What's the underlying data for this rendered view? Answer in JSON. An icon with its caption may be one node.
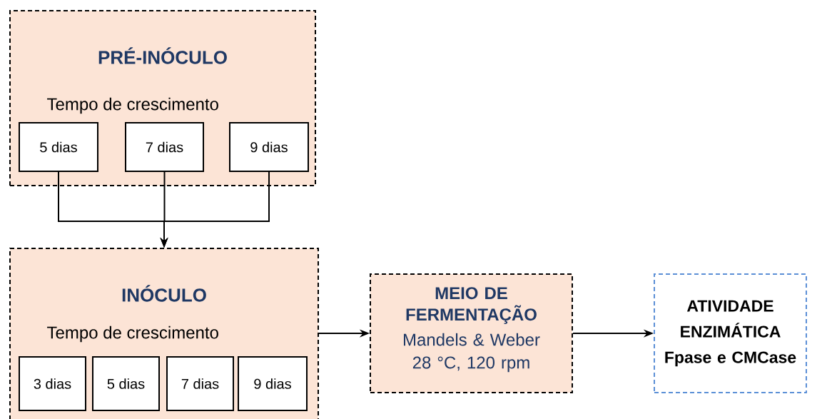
{
  "diagram": {
    "nodes": [
      {
        "text": [
          "PRÉ-INÓCULO",
          "Tempo de crescimento"
        ]
      },
      {
        "text": [
          "5 dias"
        ],
        "in": 0
      },
      {
        "text": [
          "7 dias"
        ],
        "in": 0
      },
      {
        "text": [
          "9 dias"
        ],
        "in": 0
      },
      {
        "text": [
          "INÓCULO",
          "Tempo de crescimento"
        ]
      },
      {
        "text": [
          "3 dias"
        ],
        "in": 4
      },
      {
        "text": [
          "5 dias"
        ],
        "in": 4
      },
      {
        "text": [
          "7 dias"
        ],
        "in": 4
      },
      {
        "text": [
          "9 dias"
        ],
        "in": 4
      },
      {
        "text": [
          "MEIO DE FERMENTAÇÃO",
          "Mandels & Weber 28 °C, 120 rpm"
        ]
      },
      {
        "text": [
          "ATIVIDADE ENZIMÁTICA Fpase e CMCase"
        ]
      }
    ],
    "edges": [
      {
        "from": 1,
        "to": 4,
        "arrow": "to"
      },
      {
        "from": 2,
        "to": 4,
        "arrow": "to"
      },
      {
        "from": 3,
        "to": 4,
        "arrow": "to"
      },
      {
        "from": 4,
        "to": 9,
        "arrow": "to"
      },
      {
        "from": 9,
        "to": 10,
        "arrow": "to"
      }
    ]
  }
}
